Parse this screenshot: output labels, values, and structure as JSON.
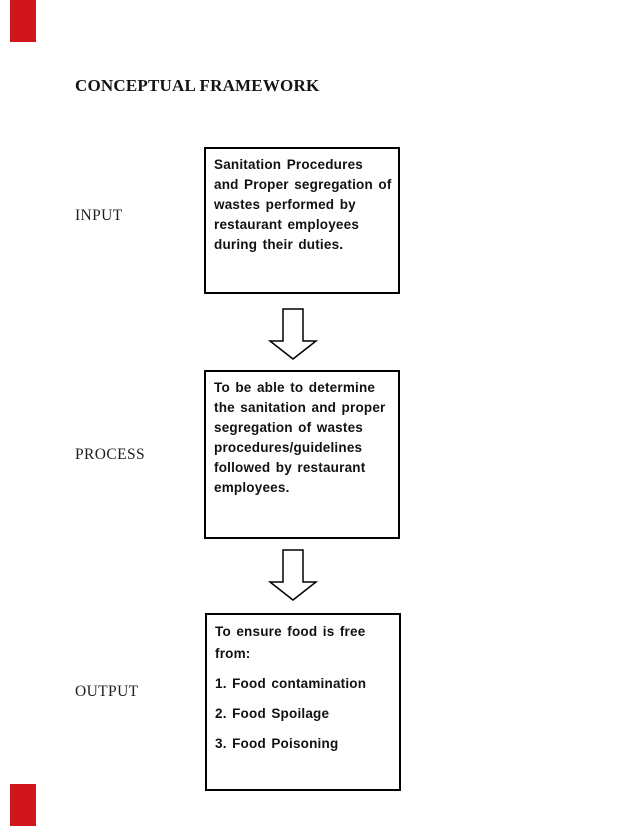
{
  "page": {
    "background_color": "#ffffff",
    "marker_color": "#d0151d",
    "title": "CONCEPTUAL FRAMEWORK"
  },
  "rows": {
    "input_label": "INPUT",
    "process_label": "PROCESS",
    "output_label": "OUTPUT"
  },
  "boxes": {
    "input": {
      "lines": [
        "Sanitation Procedures",
        "and Proper segregation of",
        "wastes performed by",
        "restaurant employees",
        "during their duties."
      ]
    },
    "process": {
      "lines": [
        "To be able to determine",
        "the sanitation and proper",
        "segregation of wastes",
        "procedures/guidelines",
        "followed by restaurant",
        "employees."
      ]
    },
    "output": {
      "intro_lines": [
        "To ensure food is free",
        "from:"
      ],
      "items": [
        "1. Food contamination",
        "2. Food Spoilage",
        "3. Food Poisoning"
      ]
    }
  },
  "icons": {
    "arrow_between_input_process": "block-arrow-down",
    "arrow_between_process_output": "block-arrow-down"
  }
}
